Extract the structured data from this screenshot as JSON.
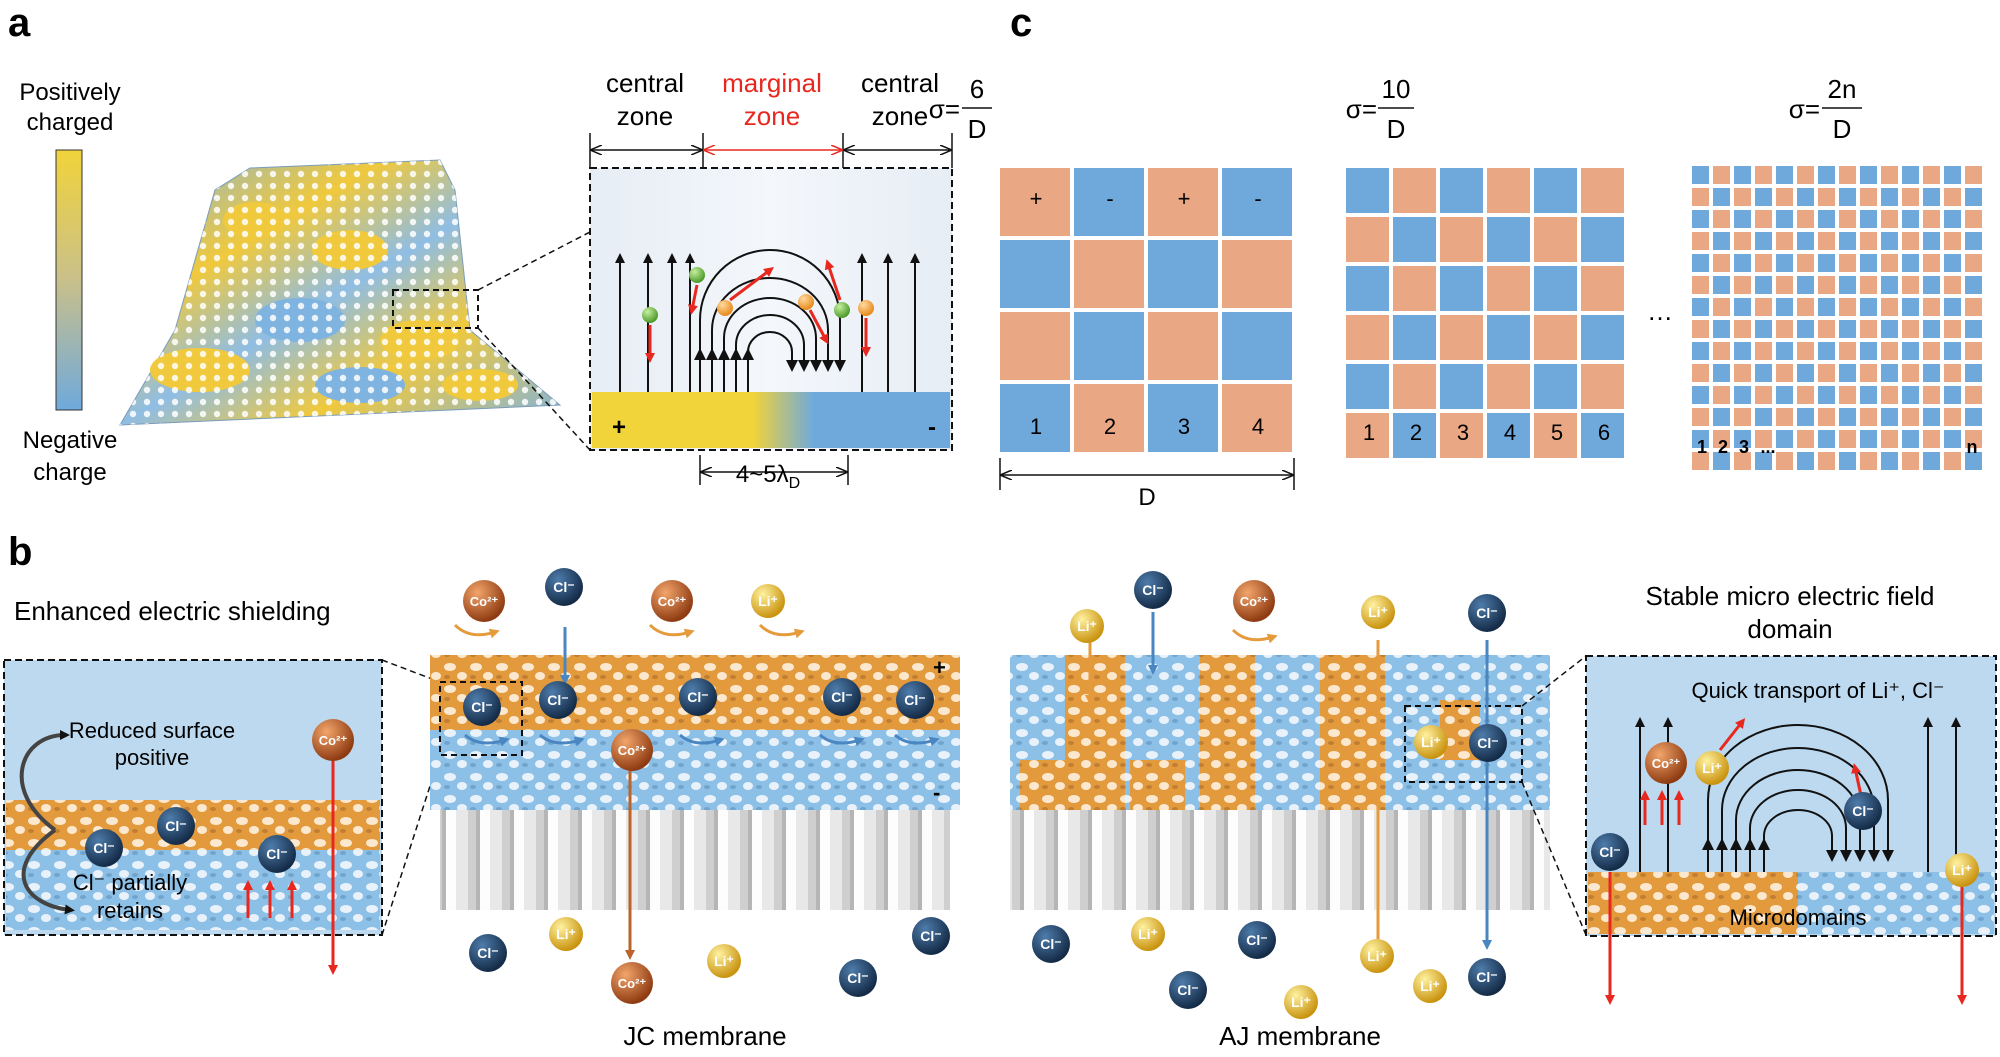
{
  "panels": {
    "a": "a",
    "b": "b",
    "c": "c"
  },
  "panel_a": {
    "legend_top_line1": "Positively",
    "legend_top_line2": "charged",
    "legend_bottom_line1": "Negative",
    "legend_bottom_line2": "charge",
    "zone_left_line1": "central",
    "zone_left_line2": "zone",
    "zone_mid_line1": "marginal",
    "zone_mid_line2": "zone",
    "zone_right_line1": "central",
    "zone_right_line2": "zone",
    "plus_sign": "+",
    "minus_sign": "-",
    "width_label": "4~5λ",
    "width_subscript": "D",
    "colors": {
      "positive": "#f1d33a",
      "negative": "#6fa9dc",
      "field_red": "#e8281e"
    }
  },
  "panel_c": {
    "sigma": "σ=",
    "denominator": "D",
    "ellipsis": "…",
    "d_label": "D",
    "grids": [
      {
        "numerator": "6",
        "signs": [
          "+",
          "-",
          "+",
          "-"
        ],
        "indices": [
          "1",
          "2",
          "3",
          "4"
        ]
      },
      {
        "numerator": "10",
        "indices": [
          "1",
          "2",
          "3",
          "4",
          "5",
          "6"
        ]
      },
      {
        "numerator": "2n",
        "indices": [
          "1",
          "2",
          "3",
          "...",
          "n"
        ]
      }
    ],
    "colors": {
      "orange": "#e9a783",
      "blue": "#6fa9dc"
    }
  },
  "panel_b": {
    "left_title": "Enhanced electric shielding",
    "left_text1_line1": "Reduced surface",
    "left_text1_line2": "positive",
    "left_text2_line1": "Cl⁻ partially",
    "left_text2_line2": "retains",
    "right_title_line1": "Stable micro electric field",
    "right_title_line2": "domain",
    "right_transport": "Quick transport of Li⁺, Cl⁻",
    "microdomains": "Microdomains",
    "jc_label": "JC membrane",
    "aj_label": "AJ membrane",
    "ions": {
      "cl": "Cl⁻",
      "li": "Li⁺",
      "co": "Co²⁺"
    },
    "colors": {
      "orange_layer": "#e39a3c",
      "blue_layer": "#8cc0e6",
      "cl_ion": "#1d3d63",
      "li_ion": "#e8c02a",
      "co_ion": "#c45a1e"
    }
  }
}
